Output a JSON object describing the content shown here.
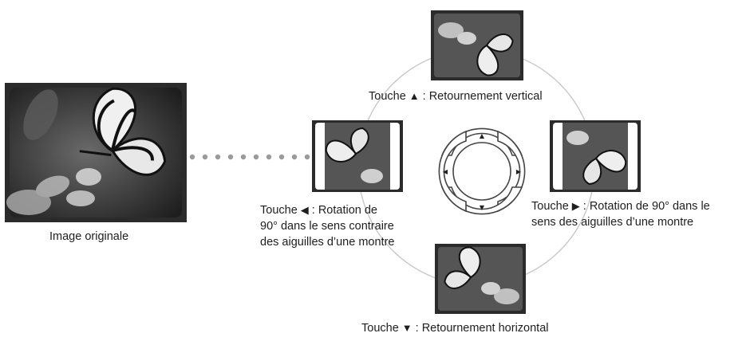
{
  "original": {
    "caption": "Image originale"
  },
  "top": {
    "caption_prefix": "Touche",
    "arrow": "▲",
    "caption_suffix": ": Retournement vertical"
  },
  "bottom": {
    "caption_prefix": "Touche",
    "arrow": "▼",
    "caption_suffix": ": Retournement horizontal"
  },
  "left": {
    "line1_prefix": "Touche",
    "arrow": "◀",
    "line1_suffix": ": Rotation de",
    "line2": "90° dans le sens contraire",
    "line3": "des aiguilles d’une montre"
  },
  "right": {
    "line1_prefix": "Touche",
    "arrow": "▶",
    "line1_suffix": ": Rotation de 90° dans le",
    "line2": "sens des aiguilles d’une montre"
  },
  "dpad": {
    "up": "▲",
    "down": "▼",
    "left": "◀",
    "right": "▶"
  },
  "colors": {
    "ring": "#c8c8c8",
    "dots": "#9a9a9a",
    "frame": "#2e2e2e",
    "dpad_stroke": "#444444"
  }
}
